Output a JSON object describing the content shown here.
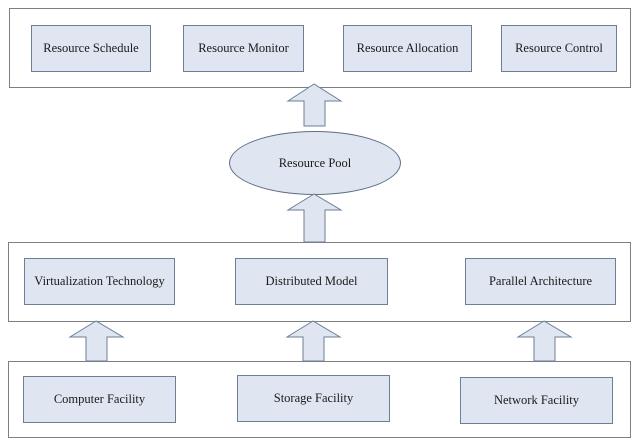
{
  "top_layer": {
    "items": [
      {
        "label": "Resource Schedule"
      },
      {
        "label": "Resource Monitor"
      },
      {
        "label": "Resource Allocation"
      },
      {
        "label": "Resource Control"
      }
    ]
  },
  "pool": {
    "label": "Resource Pool"
  },
  "middle_layer": {
    "items": [
      {
        "label": "Virtualization Technology"
      },
      {
        "label": "Distributed Model"
      },
      {
        "label": "Parallel Architecture"
      }
    ]
  },
  "bottom_layer": {
    "items": [
      {
        "label": "Computer Facility"
      },
      {
        "label": "Storage Facility"
      },
      {
        "label": "Network Facility"
      }
    ]
  }
}
